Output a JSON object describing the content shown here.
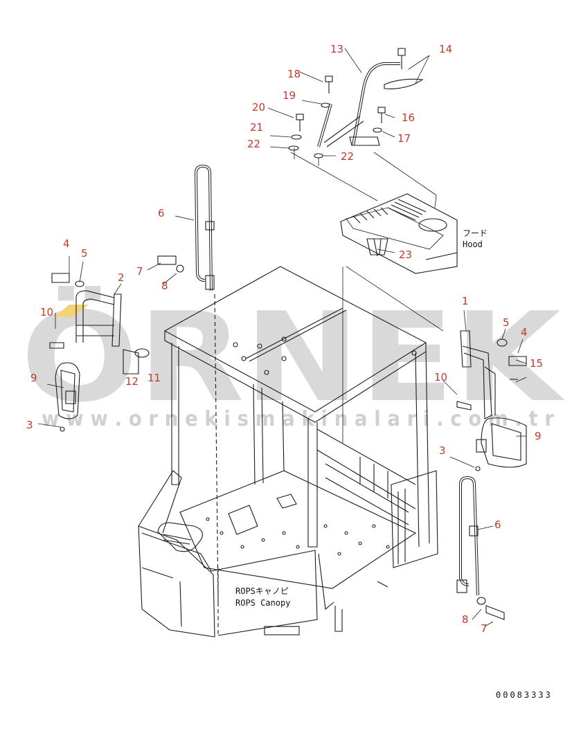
{
  "drawing": {
    "callouts": [
      "1",
      "2",
      "3",
      "3",
      "4",
      "4",
      "5",
      "5",
      "6",
      "6",
      "7",
      "7",
      "8",
      "8",
      "9",
      "9",
      "10",
      "10",
      "11",
      "12",
      "13",
      "14",
      "15",
      "16",
      "17",
      "18",
      "19",
      "20",
      "21",
      "22",
      "22",
      "23"
    ],
    "labels": {
      "hood_jp": "フード",
      "hood_en": "Hood",
      "canopy_jp": "ROPSキャノピ",
      "canopy_en": "ROPS Canopy"
    },
    "drawing_number": "00083333",
    "watermark": {
      "brand": "ÖRNEK",
      "url": "w w w . o r n e k i s m a k i n a l a r i . c o m . t r"
    }
  },
  "colors": {
    "callout": "#c0392b",
    "line": "#1a1a1a",
    "watermark": "#d9d9d9",
    "watermark_accent": "#f3d27a"
  }
}
